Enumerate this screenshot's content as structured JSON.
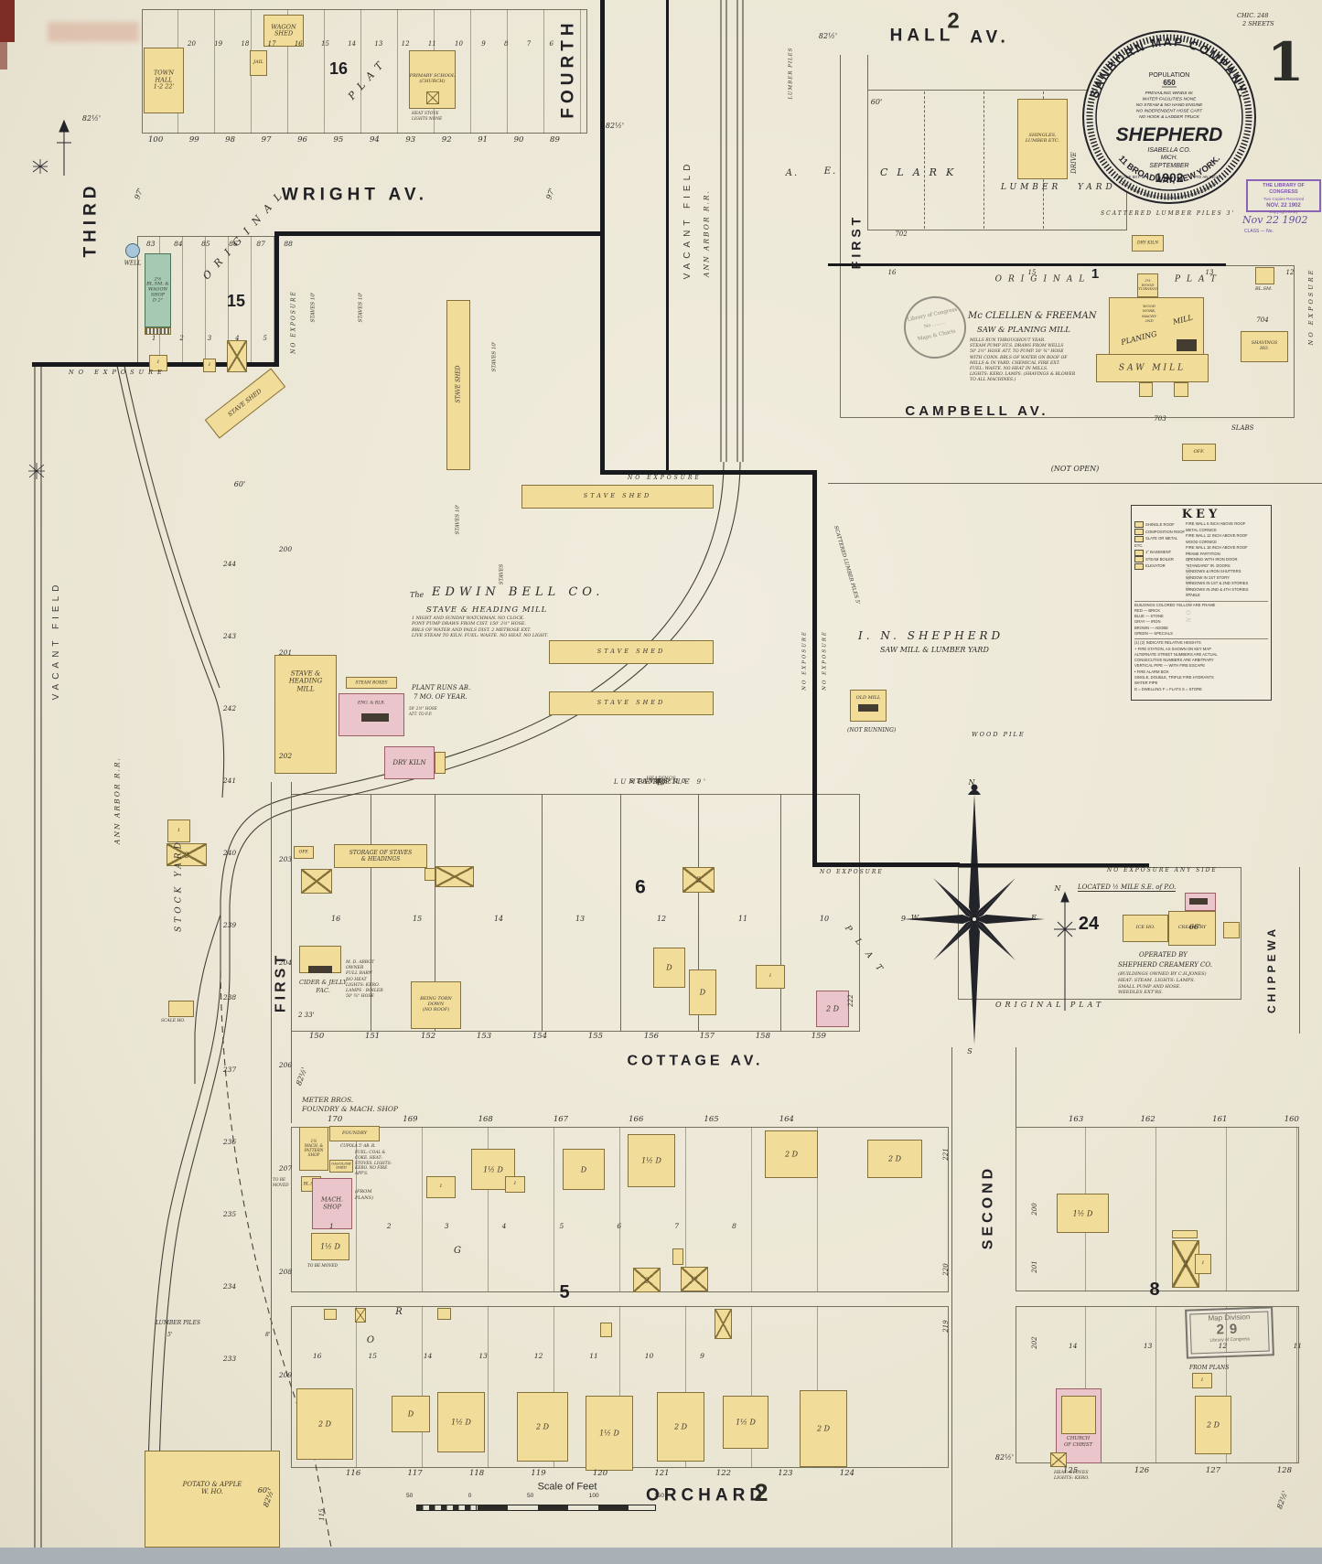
{
  "sheet": {
    "edition": "CHIC. 248",
    "sheets": "2 SHEETS",
    "number": "1"
  },
  "title": {
    "company": "SANBORN MAP COMPANY.",
    "population_label": "POPULATION",
    "population": "650",
    "facts": [
      "PREVAILING WINDS  W.",
      "WATER FACILITIES  NONE",
      "NO STEAM & NO HAND ENGINE",
      "NO INDEPENDENT HOSE CART",
      "NO HOOK & LADDER TRUCK"
    ],
    "city": "SHEPHERD",
    "county": "ISABELLA CO.",
    "state": "MICH.",
    "month": "SEPTEMBER",
    "scale_prefix": "SCALE 50 FT.",
    "year": "1902",
    "scale_suffix": "TO AN INCH",
    "address": "11 BROADWAY, NEW YORK.",
    "copyright": "COPYRIGHT 1902 BY THE SANBORN MAP COMPANY."
  },
  "stamps": {
    "loc_box": {
      "lines": [
        "THE LIBRARY OF CONGRESS",
        "Two Copies Received",
        "NOV. 22 1902",
        "Copyright Entry"
      ],
      "class_line": "CLASS — No.",
      "handwritten": "Nov 22 1902"
    },
    "loc_round": {
      "top": "Library of Congress",
      "middle": "No .........",
      "bottom": "Maps & Charts"
    },
    "map_division": {
      "line1": "Map Division",
      "number": "29",
      "line2": "Library of Congress"
    }
  },
  "key": {
    "title": "KEY",
    "samples": [
      "SHINGLE ROOF",
      "COMPOSITION ROOF",
      "SLATE OR METAL ETC.",
      "1° BASEMENT",
      "STEAM BOILER",
      "ELEVATOR"
    ],
    "construction": [
      "FIRE WALL 6 INCH ABOVE ROOF",
      "METAL CORNICE",
      "FIRE WALL 12 INCH ABOVE ROOF",
      "WOOD CORNICE",
      "FIRE WALL 18 INCH ABOVE ROOF",
      "FRAME PARTITION",
      "OPENING WITH IRON DOOR",
      "\"STANDARD\" IR. DOORS",
      "WINDOWS & IRON SHUTTERS",
      "WINDOW IN 1ST STORY",
      "WINDOWS IN 1ST & 2ND STORIES",
      "WINDOWS IN 2ND & 4TH STORIES",
      "STABLE"
    ],
    "colors": [
      "BUILDINGS COLORED YELLOW ARE FRAME",
      "RED — BRICK",
      "BLUE — STONE",
      "GRAY — IRON",
      "BROWN — ADOBE",
      "GREEN — SPECIALS"
    ],
    "symbols": [
      "(1) (2) INDICATE RELATIVE HEIGHTS",
      "+ FIRE STATION, AS SHOWN ON KEY MAP",
      "ALTERNATE STREET NUMBERS ARE ACTUAL",
      "CONSECUTIVE NUMBERS ARE ARBITRARY",
      "VERTICAL PIPE — WITH FIRE ESCAPE",
      "• FIRE ALARM BOX",
      "SINGLE, DOUBLE, TRIPLE FIRE HYDRANTS",
      "WATER PIPE",
      "D = DWELLING   F = FLATS   S = STORE"
    ]
  },
  "streets": {
    "hall": "HALL",
    "hall_block": "2",
    "hall_suffix": "AV.",
    "wright": "WRIGHT AV.",
    "third": "THIRD",
    "fourth": "FOURTH",
    "first": "FIRST",
    "second": "SECOND",
    "cottage": "COTTAGE AV.",
    "orchard": "ORCHARD",
    "orchard_block": "2",
    "chippewa": "CHIPPEWA",
    "campbell": "CAMPBELL AV.",
    "campbell_note": "(NOT OPEN)",
    "drive": "DRIVE",
    "vacant_field": "VACANT  FIELD",
    "ann_arbor": "ANN ARBOR R.R.",
    "stock_yard": "STOCK  YARD"
  },
  "blocks": {
    "b16": "16",
    "b15": "15",
    "b1": "1",
    "b6": "6",
    "b5": "5",
    "b8": "8",
    "b24": "24",
    "g": "G",
    "r": "R",
    "o": "O"
  },
  "labels": {
    "noexposure": "NO EXPOSURE",
    "noexposure_any": "NO EXPOSURE ANY SIDE",
    "original": "ORIGINAL",
    "plat": "PLAT",
    "original_plat": "ORIGINAL   PLAT",
    "well": "WELL",
    "d": "D",
    "d2": "2 D",
    "d15": "1½ D",
    "one": "1",
    "two": "2",
    "oneh": "1½",
    "town_hall": [
      "TOWN",
      "HALL",
      "1-2  22'"
    ],
    "jail": "JAIL",
    "wagon_shed": [
      "WAGON",
      "SHED"
    ],
    "lp": "L.P.",
    "school": [
      "PRIMARY SCHOOL",
      "(CHURCH)"
    ],
    "school_note": [
      "HEAT STOVE",
      "LIGHTS NONE"
    ],
    "blsm_wagon": [
      "2½",
      "BL.SM. &",
      "WAGON",
      "SHOP",
      "D 2°"
    ],
    "shingles": [
      "SHINGLES,",
      "LUMBER ETC."
    ],
    "dry_kiln": "DRY KILN",
    "scattered_3": "SCATTERED LUMBER PILES 3'",
    "scattered_5": "SCATTERED LUMBER PILES 5'",
    "lumber_piles": "LUMBER PILES",
    "five_ft": "5'",
    "eight_ft": "8'",
    "lumber": "LUMBER",
    "yard": "YARD",
    "clark_a": "A.",
    "clark_e": "E.",
    "clark": "CLARK",
    "mcclellen": "Mc CLELLEN & FREEMAN",
    "saw_planing": "SAW & PLANING MILL",
    "wood_turning": [
      "2½",
      "WOOD",
      "TURNING"
    ],
    "wood_work": [
      "WOOD",
      "WORK,",
      "MACHY",
      "2ND"
    ],
    "planing": "PLANING",
    "mill": "MILL",
    "saw_mill": "SAW MILL",
    "shavings_ho": [
      "SHAVINGS",
      "HO."
    ],
    "bl_sm": "BL.SM.",
    "slabs": "SLABS",
    "off": "OFF.",
    "edwin_the": "The",
    "edwin": "EDWIN BELL CO.",
    "stave_heading": "STAVE & HEADING MILL",
    "stave_mill": [
      "STAVE &",
      "HEADING",
      "MILL"
    ],
    "steam_boxes": "STEAM BOXES",
    "plant_runs": [
      "PLANT RUNS AB.",
      "7 MO. OF YEAR."
    ],
    "headings": [
      "HEADINGS",
      "10'"
    ],
    "stave_shed": "STAVE SHED",
    "staves_10": "STAVES 10'",
    "staves": "STAVES",
    "eng_blr": "ENG. & BLR.",
    "hose_note": [
      "50' 2½\" HOSE",
      "ATT. TO F.P."
    ],
    "storage": [
      "STORAGE OF STAVES",
      "& HEADINGS"
    ],
    "shepherd_name": "I. N. SHEPHERD",
    "shepherd_sub": "SAW MILL & LUMBER YARD",
    "old_mill": "OLD MILL",
    "not_running": "(NOT RUNNING)",
    "lumber_pile9": "LUMBER  PILE  9'",
    "wood_pile": "WOOD PILE",
    "located": "LOCATED ½ MILE S.E. of P.O.",
    "ice_ho": "ICE HO.",
    "creamery": "CREAMERY",
    "operated_by": "OPERATED BY",
    "creamery_co": "SHEPHERD CREAMERY CO.",
    "cider": [
      "CIDER & JELLY",
      "FAC."
    ],
    "torn_down": [
      "BEING TORN",
      "DOWN",
      "(NO ROOF)"
    ],
    "meter": [
      "METER BROS.",
      "FOUNDRY & MACH. SHOP"
    ],
    "foundry": "FOUNDRY",
    "mach_pattern": [
      "1½",
      "MACH. &",
      "PATTERN",
      "SHOP"
    ],
    "cupola": "CUPOLA 5' AB. R.",
    "gasoline": [
      "GASOLINE",
      "SHED"
    ],
    "mach_shop": [
      "MACH.",
      "SHOP"
    ],
    "from_plans": [
      "(FROM",
      "PLANS)"
    ],
    "from_plans1": "FROM PLANS",
    "to_be_moved": [
      "TO BE",
      "MOVED"
    ],
    "to_be_moved1": "TO BE MOVED",
    "scale_ho": "SCALE HO.",
    "potato": [
      "POTATO & APPLE",
      "W. HO."
    ],
    "church": [
      "CHURCH",
      "OF CHRIST"
    ],
    "church_note": [
      "HEAT: STOVES",
      "LIGHTS: KERO."
    ],
    "d33": "2   33'"
  },
  "notes": {
    "mcclellen": [
      "MILLS RUN THROUGHOUT YEAR.",
      "STEAM PUMP HT.S. DRAWS FROM WELLS",
      "50' 2½\" HOSE ATT. TO PUMP. 50' ¾\" HOSE",
      "WITH CONN. BBLS OF WATER ON ROOF OF",
      "MILLS & IN YARD. CHEMICAL FIRE EXT.",
      "FUEL: WASTE. NO HEAT IN MILLS.",
      "LIGHTS: KERO. LAMPS. (SHAVINGS & BLOWER",
      "TO ALL MACHINES.)"
    ],
    "edwin": [
      "1 NIGHT AND SUNDAY WATCHMAN. NO CLOCK.",
      "PONY PUMP DRAWS FROM CIST. 150' 2½\" HOSE.",
      "BBLS OF WATER AND PAILS DIST. 2 METROSE EXT.",
      "LIVE STEAM TO KILN. FUEL: WASTE. NO HEAT. NO LIGHT."
    ],
    "cider": [
      "M. D. ABBOT",
      "OWNER",
      "FULL BARN",
      "NO HEAT",
      "LIGHTS: KERO.",
      "LAMPS - BOILER",
      "50' ¾\" HOSE"
    ],
    "foundry": [
      "FUEL: COAL &",
      "COKE. HEAT:",
      "STOVES. LIGHTS:",
      "KERO. NO FIRE",
      "APP'S."
    ],
    "creamery": [
      "(BUILDINGS OWNED BY C.H.JONES)",
      "HEAT: STEAM. LIGHTS: LAMPS.",
      "SMALL PUMP AND HOSE.",
      "WEEDLES EXT'RS."
    ]
  },
  "lots": {
    "b16_top": [
      "20",
      "19",
      "18",
      "17",
      "16",
      "15",
      "14",
      "13",
      "12",
      "11",
      "10",
      "9",
      "8",
      "7",
      "6"
    ],
    "b16_bottom": [
      "100",
      "99",
      "98",
      "97",
      "96",
      "95",
      "94",
      "93",
      "92",
      "91",
      "90",
      "89"
    ],
    "b15_top": [
      "83",
      "84",
      "85",
      "86",
      "87",
      "88"
    ],
    "b15_inner": [
      "1",
      "2",
      "3",
      "4",
      "5"
    ],
    "op1": [
      "16",
      "15",
      "13",
      "12"
    ],
    "b6_top": [
      "16",
      "15",
      "14",
      "13",
      "12",
      "11",
      "10",
      "9"
    ],
    "b6_bottom": [
      "150",
      "151",
      "152",
      "153",
      "154",
      "155",
      "156",
      "157",
      "158",
      "159"
    ],
    "cottage_south": [
      "170",
      "169",
      "168",
      "167",
      "166",
      "165",
      "164"
    ],
    "second_east": [
      "163",
      "162",
      "161",
      "160"
    ],
    "b5_top": [
      "1",
      "2",
      "3",
      "4",
      "5",
      "6",
      "7",
      "8"
    ],
    "b5_bottom": [
      "16",
      "15",
      "14",
      "13",
      "12",
      "11",
      "10",
      "9"
    ],
    "orchard": [
      "116",
      "117",
      "118",
      "119",
      "120",
      "121",
      "122",
      "123",
      "124"
    ],
    "b8_top": [
      "14",
      "13",
      "12",
      "11"
    ],
    "b8_bottom": [
      "125",
      "126",
      "127",
      "128"
    ],
    "col_left": [
      "244",
      "243",
      "242",
      "241",
      "240",
      "239",
      "238",
      "237",
      "236",
      "235",
      "234",
      "233"
    ],
    "col_first": [
      "200",
      "201",
      "202",
      "203",
      "204",
      "206",
      "207",
      "208",
      "209"
    ],
    "l219": "219",
    "l220": "220",
    "l221": "221",
    "l200": "200",
    "l201": "201",
    "l202": "202",
    "l222": "222",
    "l702": "702",
    "l703": "703",
    "l704": "704",
    "l115": "115"
  },
  "dims": {
    "d825": "82½'",
    "d60": "60'",
    "d97": "97'",
    "d66": "66'"
  },
  "compass": {
    "n": "N",
    "s": "S",
    "e": "E",
    "w": "W"
  },
  "scale": {
    "caption": "Scale of Feet",
    "ticks": [
      "50",
      "0",
      "50",
      "100",
      "150"
    ]
  }
}
